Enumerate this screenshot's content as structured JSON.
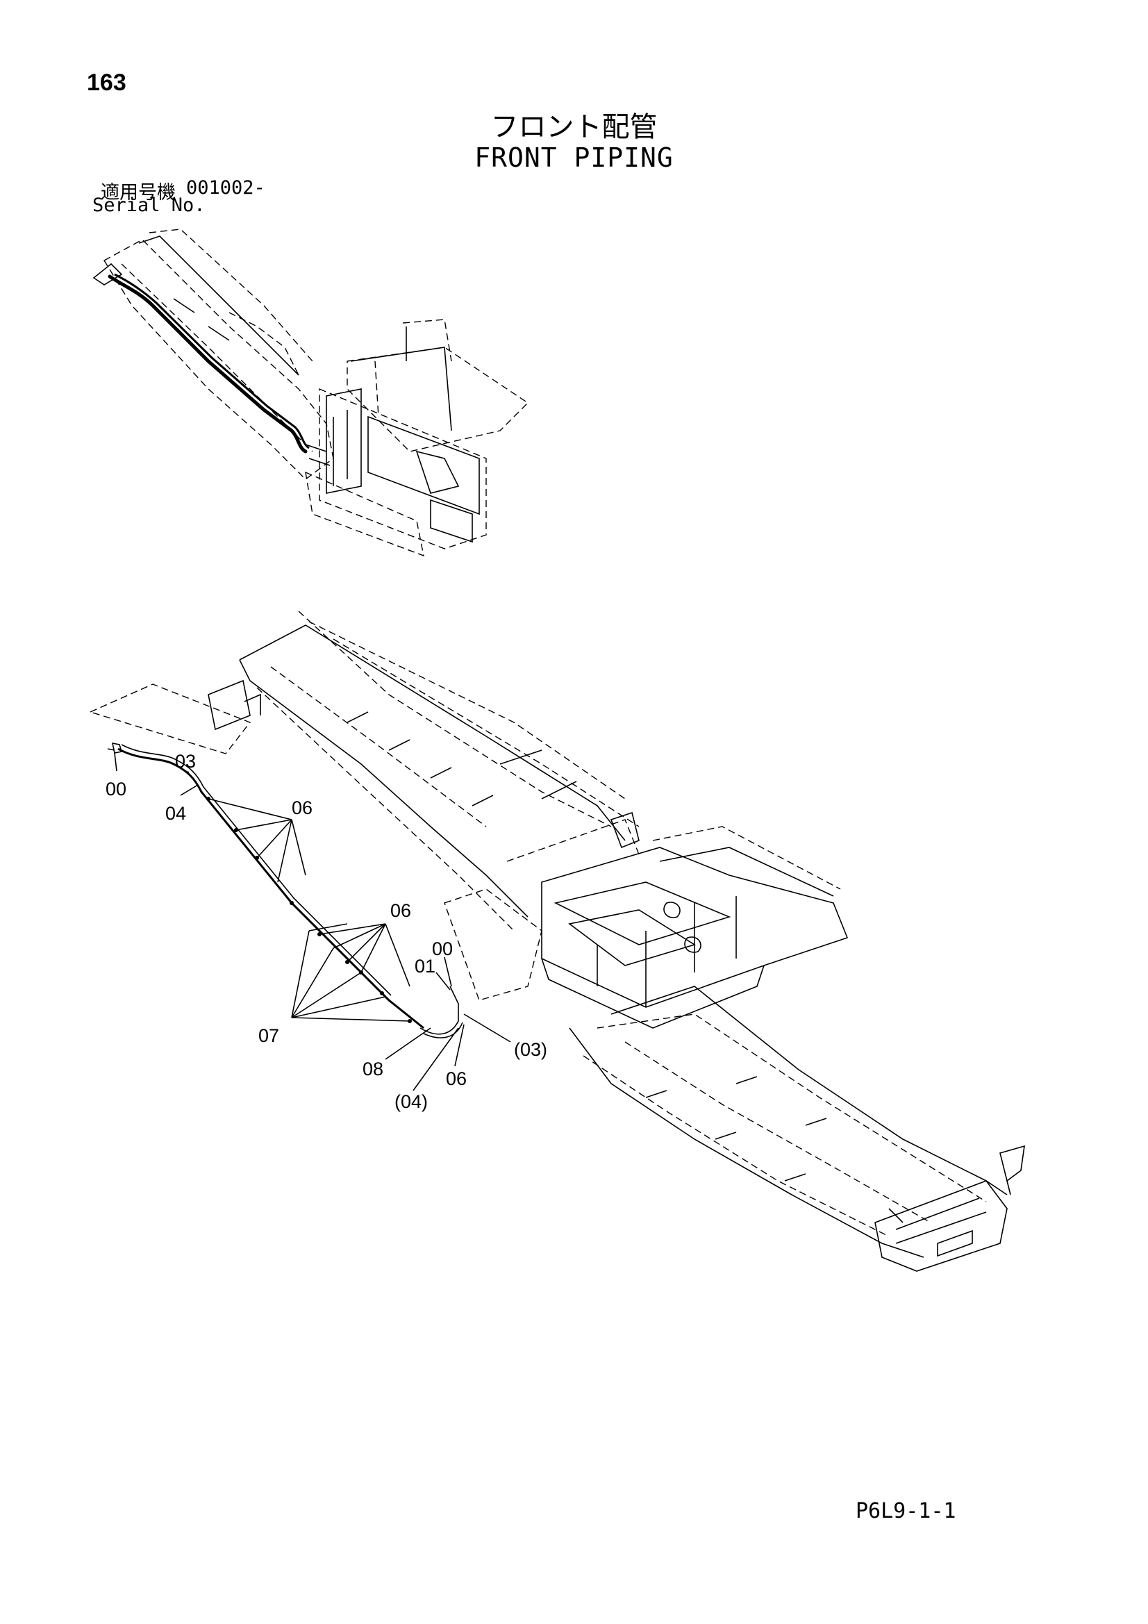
{
  "page_number": "163",
  "title_jp": "フロント配管",
  "title_en": "FRONT PIPING",
  "serial": {
    "label_jp": "適用号機",
    "value": "001002-",
    "label_en": "Serial No."
  },
  "callouts": {
    "c00_top": "00",
    "c03_top": "03",
    "c04_top": "04",
    "c06_a": "06",
    "c06_b": "06",
    "c00_mid": "00",
    "c01": "01",
    "c07": "07",
    "c08": "08",
    "c04_paren": "(04)",
    "c06_c": "06",
    "c03_paren": "(03)"
  },
  "drawing_code": "P6L9-1-1"
}
